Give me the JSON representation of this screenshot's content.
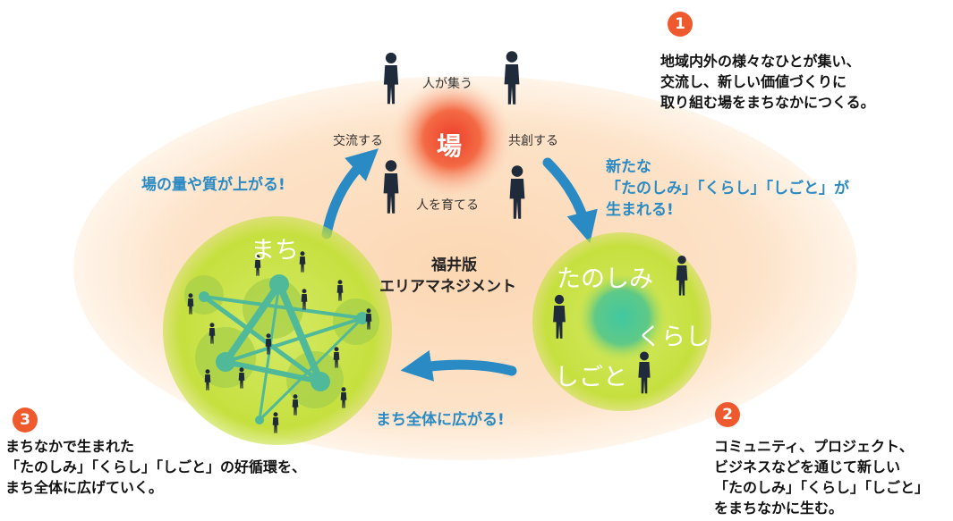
{
  "colors": {
    "ellipse": "#fde3c9",
    "blue_arrow": "#2a8ac4",
    "green_circle": "#c9e34a",
    "teal_network": "#4fb99a",
    "badge": "#ee5a2e",
    "center_glow": "#f0533a"
  },
  "center": {
    "ba": "場",
    "label_top": "人が集う",
    "label_left": "交流する",
    "label_right": "共創する",
    "label_bottom": "人を育てる"
  },
  "title": {
    "line1": "福井版",
    "line2": "エリアマネジメント"
  },
  "arrows": {
    "left": "場の量や質が上がる!",
    "right_line1": "新たな",
    "right_line2": "「たのしみ」「くらし」「しごと」が",
    "right_line3": "生まれる!",
    "bottom": "まち全体に広がる!"
  },
  "machi": {
    "label": "まち"
  },
  "circle_right": {
    "tanoshimi": "たのしみ",
    "kurashi": "くらし",
    "shigoto": "しごと"
  },
  "points": [
    {
      "number": "1",
      "text": "地域内外の様々なひとが集い、\n交流し、新しい価値づくりに\n取り組む場をまちなかにつくる。"
    },
    {
      "number": "2",
      "text": "コミュニティ、プロジェクト、\nビジネスなどを通じて新しい\n「たのしみ」「くらし」「しごと」\nをまちなかに生む。"
    },
    {
      "number": "3",
      "text": "まちなかで生まれた\n「たのしみ」「くらし」「しごと」の好循環を、\nまち全体に広げていく。"
    }
  ]
}
